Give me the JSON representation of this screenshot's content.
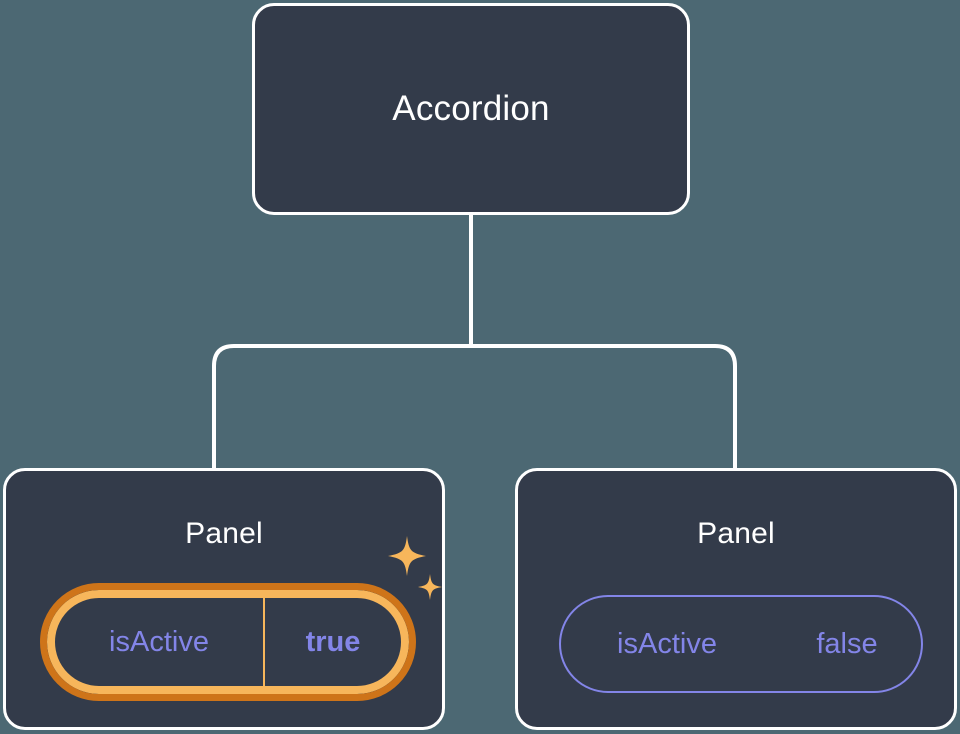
{
  "diagram": {
    "type": "component-tree",
    "background_color": "#4c6873",
    "node_fill_color": "#333b4a",
    "node_border_color": "#ffffff",
    "accent_highlight_color": "#f7b65b",
    "accent_highlight_outer_color": "#ce7419",
    "prop_text_color": "#8385e8",
    "root": {
      "label": "Accordion"
    },
    "children": [
      {
        "label": "Panel",
        "highlighted": true,
        "prop": {
          "key": "isActive",
          "value": "true",
          "value_bold": true
        },
        "sparkle_count": 2
      },
      {
        "label": "Panel",
        "highlighted": false,
        "prop": {
          "key": "isActive",
          "value": "false",
          "value_bold": false
        },
        "sparkle_count": 0
      }
    ]
  }
}
